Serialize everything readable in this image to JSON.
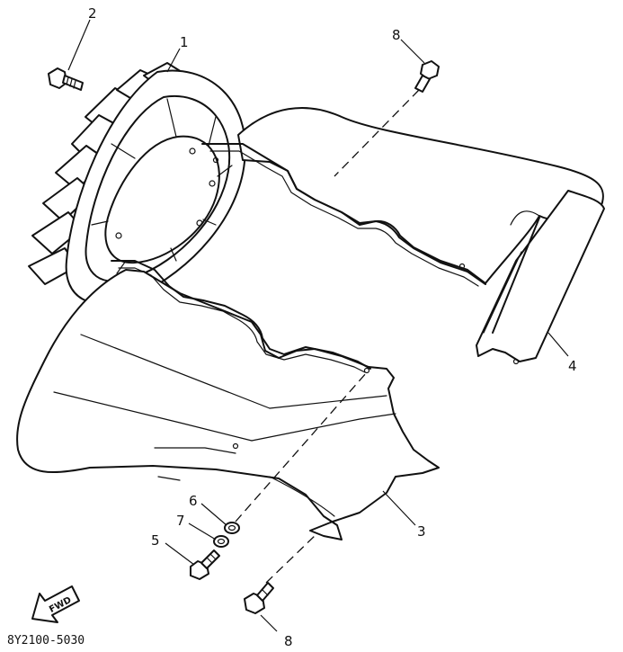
{
  "callouts": {
    "part_1": "1",
    "part_2": "2",
    "part_3": "3",
    "part_4": "4",
    "part_5": "5",
    "part_6": "6",
    "part_7": "7",
    "part_8_top": "8",
    "part_8_bottom": "8"
  },
  "direction_badge": "FWD",
  "diagram_code": "8Y2100-5030",
  "icons": {
    "flywheel": "flywheel-icon",
    "cover_right": "shroud-upper-icon",
    "cover_lower": "shroud-lower-icon",
    "bracket": "bracket-icon",
    "bolt": "bolt-icon",
    "washer": "washer-icon"
  }
}
